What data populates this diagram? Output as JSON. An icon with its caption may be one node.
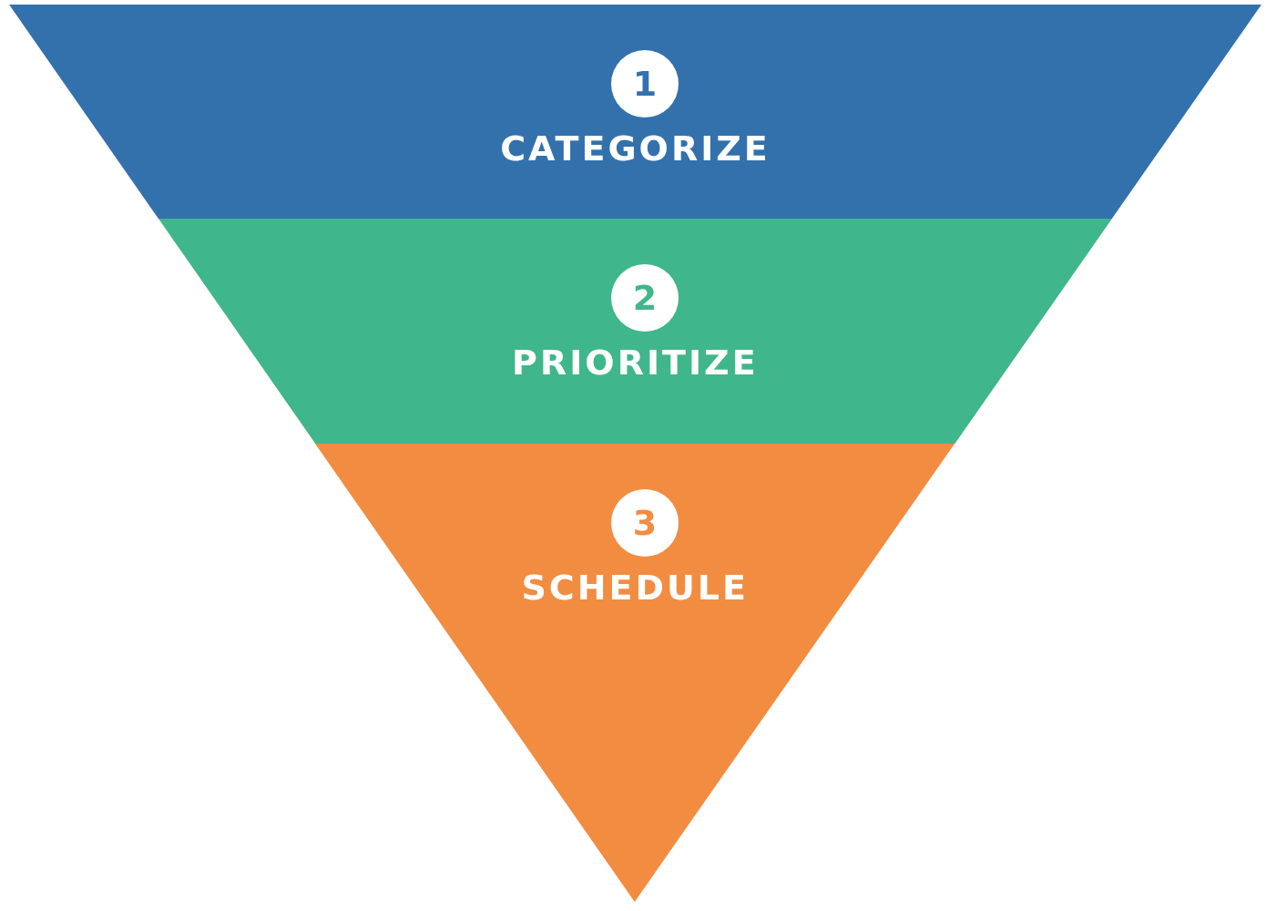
{
  "diagram": {
    "nodes": [
      {
        "text": [
          "CATEGORIZE"
        ]
      },
      {
        "text": [
          "1"
        ],
        "in": 0
      },
      {
        "text": [
          "PRIORITIZE"
        ]
      },
      {
        "text": [
          "2"
        ],
        "in": 2
      },
      {
        "text": [
          "SCHEDULE"
        ]
      },
      {
        "text": [
          "3"
        ],
        "in": 4
      }
    ]
  }
}
